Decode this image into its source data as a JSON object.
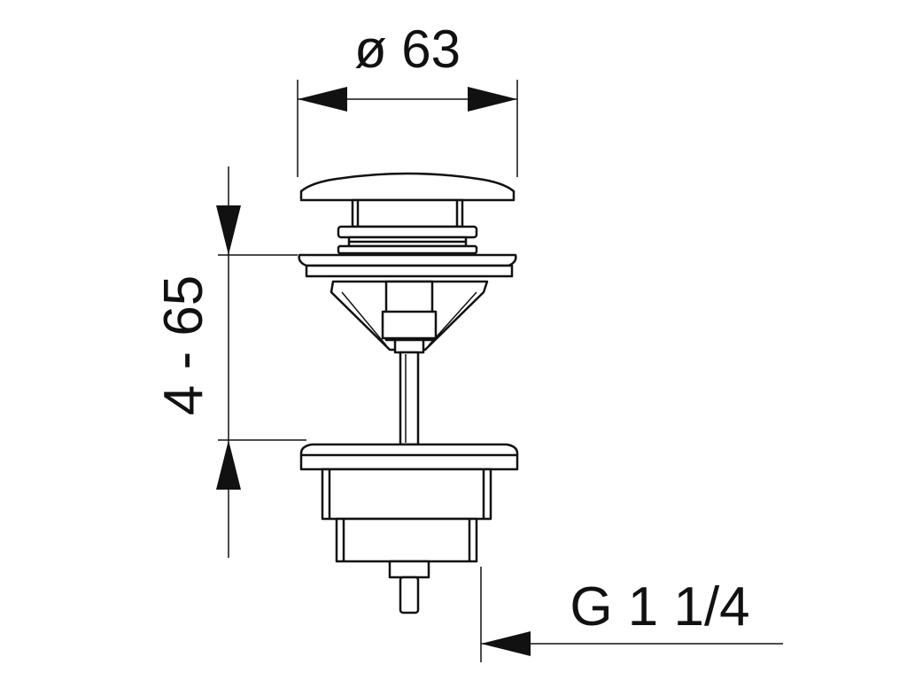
{
  "dimensions": {
    "diameter_label": "ø 63",
    "height_label": "4 - 65",
    "thread_label": "G 1 1/4"
  },
  "colors": {
    "line": "#111111",
    "background": "#ffffff"
  }
}
